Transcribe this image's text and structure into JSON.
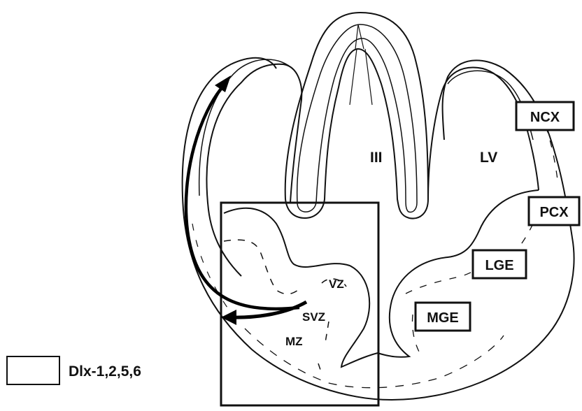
{
  "labels": {
    "third_ventricle": "III",
    "lateral_ventricle": "LV",
    "ncx": "NCX",
    "pcx": "PCX",
    "lge": "LGE",
    "mge": "MGE",
    "vz": "VZ",
    "svz": "SVZ",
    "mz": "MZ"
  },
  "legend": {
    "label": "Dlx-1,2,5,6"
  },
  "colors": {
    "stroke": "#111111",
    "background": "#ffffff"
  }
}
